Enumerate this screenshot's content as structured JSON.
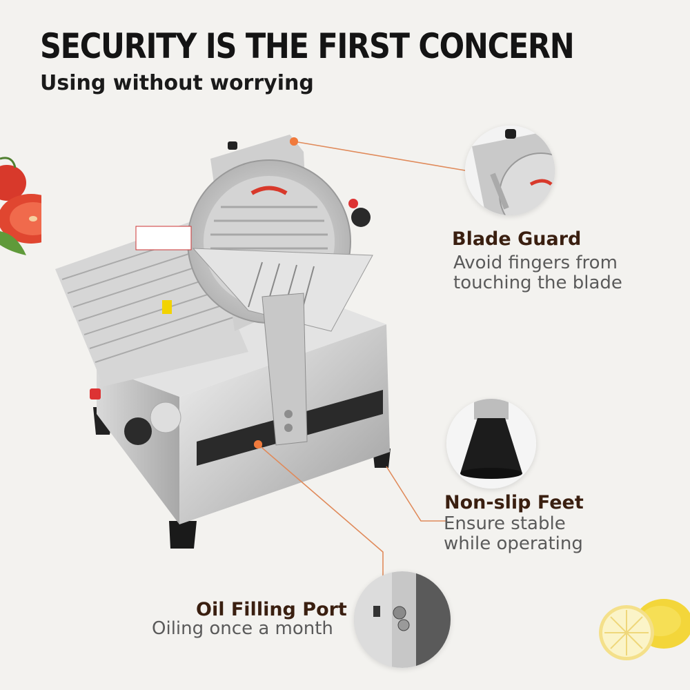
{
  "header": {
    "title": "SECURITY IS THE FIRST CONCERN",
    "subtitle": "Using without worrying"
  },
  "features": {
    "blade_guard": {
      "title": "Blade Guard",
      "line1": "Avoid fingers from",
      "line2": "touching the blade"
    },
    "non_slip_feet": {
      "title": "Non-slip Feet",
      "line1": "Ensure stable",
      "line2": "while operating"
    },
    "oil_port": {
      "title": "Oil Filling Port",
      "line1": "Oiling once a month"
    }
  },
  "colors": {
    "accent_dot": "#f07a3c",
    "callout_line": "#e08a5a",
    "title_brown": "#3a1f10"
  }
}
